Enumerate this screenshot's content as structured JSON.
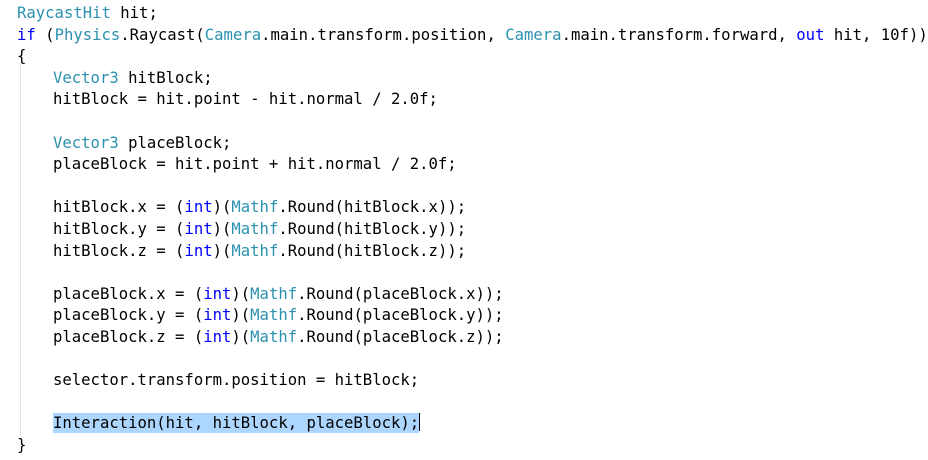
{
  "editor": {
    "colors": {
      "keyword": "#0000ff",
      "type": "#2b91af",
      "text": "#000000",
      "selection": "#add6ff",
      "indent_guide": "#c8c8c8"
    },
    "lines": [
      {
        "indent": 0,
        "tokens": [
          [
            "ty",
            "RaycastHit"
          ],
          [
            "",
            "&nbsp;hit;"
          ]
        ]
      },
      {
        "indent": 0,
        "tokens": [
          [
            "kw",
            "if"
          ],
          [
            "",
            " ("
          ],
          [
            "ty",
            "Physics"
          ],
          [
            "",
            ".Raycast("
          ],
          [
            "ty",
            "Camera"
          ],
          [
            "",
            ".main.transform.position, "
          ],
          [
            "ty",
            "Camera"
          ],
          [
            "",
            ".main.transform.forward, "
          ],
          [
            "kw",
            "out"
          ],
          [
            "",
            " hit, 10f))"
          ]
        ]
      },
      {
        "indent": 0,
        "tokens": [
          [
            "",
            "{"
          ]
        ]
      },
      {
        "indent": 1,
        "tokens": [
          [
            "ty",
            "Vector3"
          ],
          [
            "",
            " hitBlock;"
          ]
        ]
      },
      {
        "indent": 1,
        "tokens": [
          [
            "",
            "hitBlock = hit.point - hit.normal / 2.0f;"
          ]
        ]
      },
      {
        "indent": 0,
        "tokens": []
      },
      {
        "indent": 1,
        "tokens": [
          [
            "ty",
            "Vector3"
          ],
          [
            "",
            " placeBlock;"
          ]
        ]
      },
      {
        "indent": 1,
        "tokens": [
          [
            "",
            "placeBlock = hit.point + hit.normal / 2.0f;"
          ]
        ]
      },
      {
        "indent": 0,
        "tokens": []
      },
      {
        "indent": 1,
        "tokens": [
          [
            "",
            "hitBlock.x = ("
          ],
          [
            "kw",
            "int"
          ],
          [
            "",
            ")("
          ],
          [
            "ty",
            "Mathf"
          ],
          [
            "",
            ".Round(hitBlock.x));"
          ]
        ]
      },
      {
        "indent": 1,
        "tokens": [
          [
            "",
            "hitBlock.y = ("
          ],
          [
            "kw",
            "int"
          ],
          [
            "",
            ")("
          ],
          [
            "ty",
            "Mathf"
          ],
          [
            "",
            ".Round(hitBlock.y));"
          ]
        ]
      },
      {
        "indent": 1,
        "tokens": [
          [
            "",
            "hitBlock.z = ("
          ],
          [
            "kw",
            "int"
          ],
          [
            "",
            ")("
          ],
          [
            "ty",
            "Mathf"
          ],
          [
            "",
            ".Round(hitBlock.z));"
          ]
        ]
      },
      {
        "indent": 0,
        "tokens": []
      },
      {
        "indent": 1,
        "tokens": [
          [
            "",
            "placeBlock.x = ("
          ],
          [
            "kw",
            "int"
          ],
          [
            "",
            ")("
          ],
          [
            "ty",
            "Mathf"
          ],
          [
            "",
            ".Round(placeBlock.x));"
          ]
        ]
      },
      {
        "indent": 1,
        "tokens": [
          [
            "",
            "placeBlock.y = ("
          ],
          [
            "kw",
            "int"
          ],
          [
            "",
            ")("
          ],
          [
            "ty",
            "Mathf"
          ],
          [
            "",
            ".Round(placeBlock.y));"
          ]
        ]
      },
      {
        "indent": 1,
        "tokens": [
          [
            "",
            "placeBlock.z = ("
          ],
          [
            "kw",
            "int"
          ],
          [
            "",
            ")("
          ],
          [
            "ty",
            "Mathf"
          ],
          [
            "",
            ".Round(placeBlock.z));"
          ]
        ]
      },
      {
        "indent": 0,
        "tokens": []
      },
      {
        "indent": 1,
        "tokens": [
          [
            "",
            "selector.transform.position = hitBlock;"
          ]
        ]
      },
      {
        "indent": 0,
        "tokens": []
      },
      {
        "indent": 1,
        "selected": true,
        "tokens": [
          [
            "",
            "Interaction(hit, hitBlock, placeBlock);"
          ]
        ]
      },
      {
        "indent": 0,
        "tokens": [
          [
            "",
            "}"
          ]
        ]
      }
    ]
  }
}
